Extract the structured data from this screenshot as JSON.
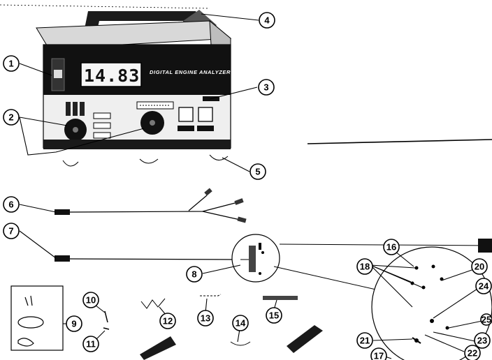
{
  "analyzer": {
    "display_reading": "14.83",
    "brand_label": "DIGITAL ENGINE ANALYZER"
  },
  "callouts": [
    "1",
    "2",
    "3",
    "4",
    "5",
    "6",
    "7",
    "8",
    "9",
    "10",
    "11",
    "12",
    "13",
    "14",
    "15",
    "16",
    "17",
    "18",
    "20",
    "21",
    "22",
    "23",
    "24",
    "25"
  ]
}
